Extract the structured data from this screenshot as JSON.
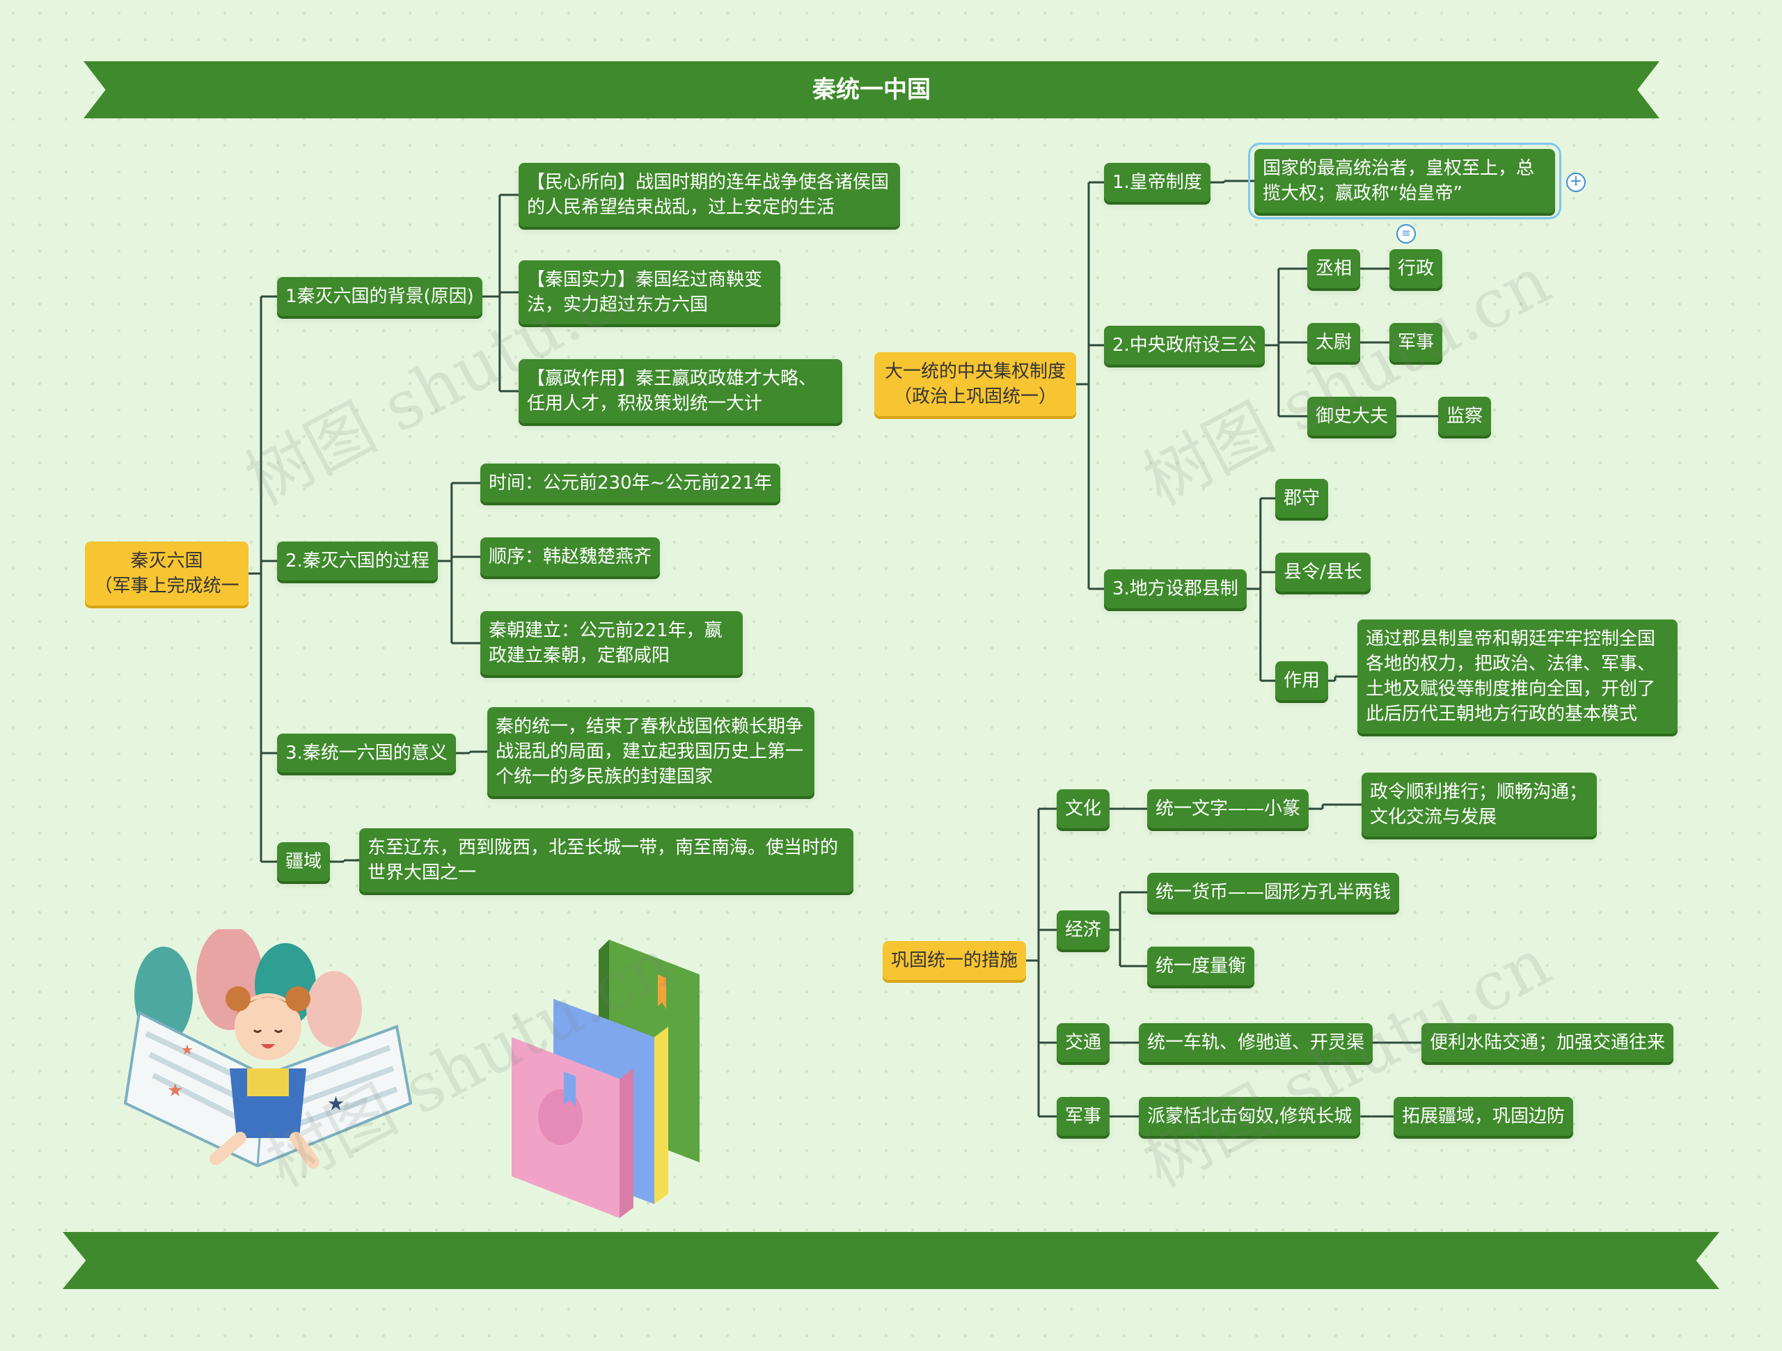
{
  "header": {
    "title": "秦统一中国"
  },
  "left": {
    "root": "秦灭六国\n（军事上完成统一",
    "branches": [
      {
        "label": "1秦灭六国的背景(原因)",
        "children": [
          "【民心所向】战国时期的连年战争使各诸侯国的人民希望结束战乱，过上安定的生活",
          "【秦国实力】秦国经过商鞅变法，实力超过东方六国",
          "【嬴政作用】秦王嬴政政雄才大略、任用人才，积极策划统一大计"
        ]
      },
      {
        "label": "2.秦灭六国的过程",
        "children": [
          "时间：公元前230年~公元前221年",
          "顺序：韩赵魏楚燕齐",
          "秦朝建立：公元前221年，嬴政建立秦朝，定都咸阳"
        ]
      },
      {
        "label": "3.秦统一六国的意义",
        "children": [
          "秦的统一，结束了春秋战国依赖长期争战混乱的局面，建立起我国历史上第一个统一的多民族的封建国家"
        ]
      },
      {
        "label": "疆域",
        "children": [
          "东至辽东，西到陇西，北至长城一带，南至南海。使当时的世界大国之一"
        ]
      }
    ]
  },
  "right_top": {
    "root": "大一统的中央集权制度\n（政治上巩固统一）",
    "emperor": {
      "label": "1.皇帝制度",
      "detail": "国家的最高统治者，皇权至上，总揽大权；嬴政称“始皇帝”"
    },
    "central": {
      "label": "2.中央政府设三公",
      "items": [
        {
          "label": "丞相",
          "duty": "行政"
        },
        {
          "label": "太尉",
          "duty": "军事"
        },
        {
          "label": "御史大夫",
          "duty": "监察"
        }
      ]
    },
    "local": {
      "label": "3.地方设郡县制",
      "items": [
        "郡守",
        "县令/县长"
      ],
      "effect_label": "作用",
      "effect_detail": "通过郡县制皇帝和朝廷牢牢控制全国各地的权力，把政治、法律、军事、土地及赋役等制度推向全国，开创了此后历代王朝地方行政的基本模式"
    }
  },
  "right_bottom": {
    "root": "巩固统一的措施",
    "culture": {
      "label": "文化",
      "measure": "统一文字——小篆",
      "effect": "政令顺利推行；顺畅沟通；文化交流与发展"
    },
    "economy": {
      "label": "经济",
      "measures": [
        "统一货币——圆形方孔半两钱",
        "统一度量衡"
      ]
    },
    "transport": {
      "label": "交通",
      "measure": "统一车轨、修驰道、开灵渠",
      "effect": "便利水陆交通；加强交通往来"
    },
    "military": {
      "label": "军事",
      "measure": "派蒙恬北击匈奴,修筑长城",
      "effect": "拓展疆域，巩固边防"
    }
  },
  "icons": {
    "expand": "plus-circle-icon",
    "collapse": "collapse-icon"
  },
  "watermarks": [
    "树图 shutu.cn",
    "树图 shutu.cn",
    "树图 shutu.cn",
    "树图 shutu.cn"
  ],
  "colors": {
    "background": "#e6f6de",
    "node": "#3f8a2c",
    "root": "#f7c531",
    "line": "#2f4a3a"
  }
}
